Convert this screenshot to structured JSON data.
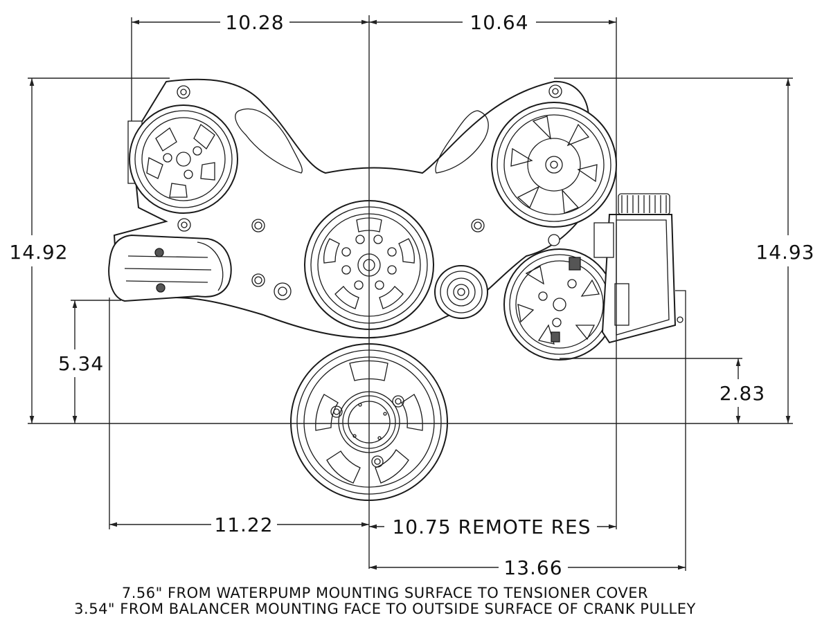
{
  "dimensions": {
    "top_left_width": "10.28",
    "top_right_width": "10.64",
    "left_height": "14.92",
    "right_height": "14.93",
    "tensioner_height": "5.34",
    "ps_pulley_height": "2.83",
    "bottom_left_width": "11.22",
    "remote_res_width": "10.75 REMOTE RES",
    "bottom_right_width": "13.66"
  },
  "notes": {
    "line1": "7.56\" FROM WATERPUMP MOUNTING SURFACE TO TENSIONER COVER",
    "line2": "3.54\" FROM BALANCER MOUNTING FACE TO OUTSIDE SURFACE OF CRANK PULLEY"
  }
}
